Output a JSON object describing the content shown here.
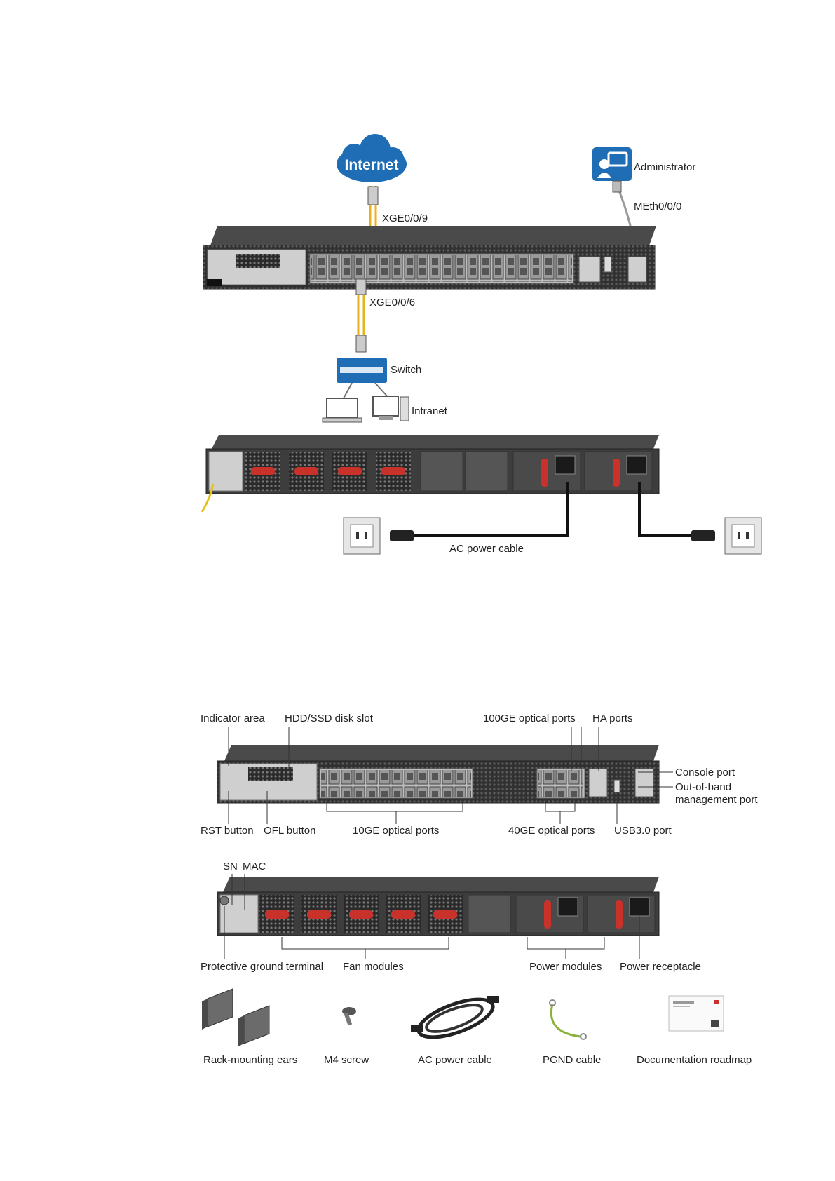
{
  "top_diagram": {
    "internet": "Internet",
    "administrator": "Administrator",
    "meth": "MEth0/0/0",
    "xge9": "XGE0/0/9",
    "xge6": "XGE0/0/6",
    "switch": "Switch",
    "intranet": "Intranet",
    "ac_power_cable": "AC power cable"
  },
  "front_panel": {
    "indicator_area": "Indicator area",
    "hdd_slot": "HDD/SSD disk slot",
    "optical_100ge": "100GE optical ports",
    "ha_ports": "HA ports",
    "console_port": "Console port",
    "oob_line1": "Out-of-band",
    "oob_line2": "management port",
    "rst_button": "RST button",
    "ofl_button": "OFL button",
    "optical_10ge": "10GE optical ports",
    "optical_40ge": "40GE optical ports",
    "usb_port": "USB3.0 port"
  },
  "rear_panel": {
    "sn": "SN",
    "mac": "MAC",
    "ground_terminal": "Protective ground terminal",
    "fan_modules": "Fan modules",
    "power_modules": "Power modules",
    "power_receptacle": "Power receptacle"
  },
  "accessories": {
    "ears": "Rack-mounting ears",
    "screw": "M4 screw",
    "cable": "AC power cable",
    "pgnd": "PGND cable",
    "roadmap": "Documentation roadmap"
  },
  "colors": {
    "brand_blue": "#1f6db5",
    "fiber_yellow": "#e8b21c",
    "chassis": "#3a3a3a",
    "accent_orange": "#d2552b",
    "fan_red": "#c8322b"
  }
}
